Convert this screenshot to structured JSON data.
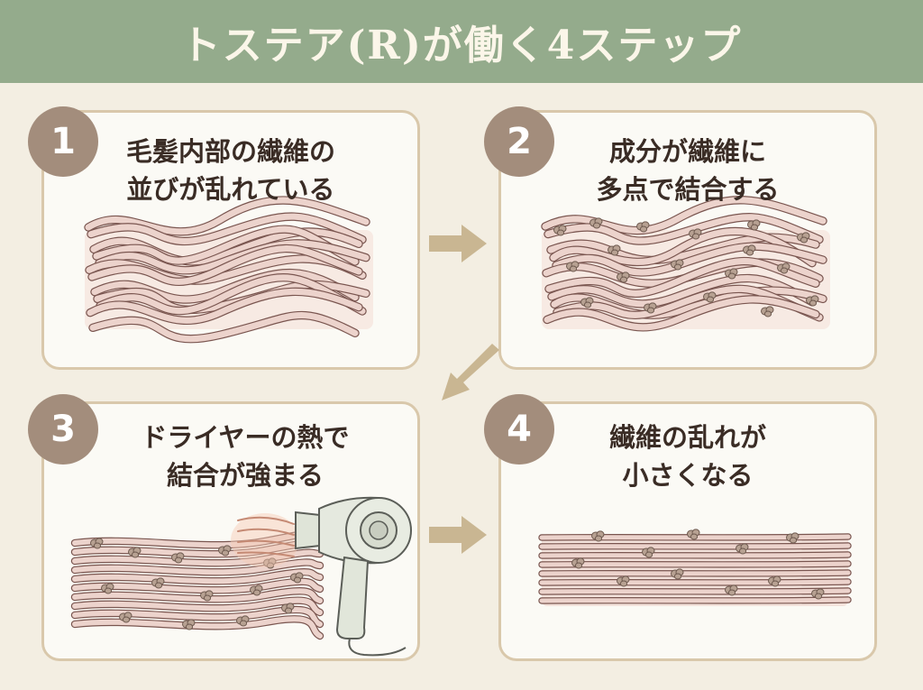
{
  "title": "トステア(R)が働く4ステップ",
  "colors": {
    "header_bg": "#94ab8c",
    "badge": "#a38d7c",
    "fiber": "#ecd3cc",
    "fiber_edge": "#7a5650",
    "particle": "#b7a192",
    "arrow": "#c9b692",
    "card_border": "#d9c8ab"
  },
  "steps": [
    {
      "number": "1",
      "lines": [
        "毛髪内部の繊維の",
        "並びが乱れている"
      ],
      "illustration": "tangled-fibers"
    },
    {
      "number": "2",
      "lines": [
        "成分が繊維に",
        "多点で結合する"
      ],
      "illustration": "fibers-with-particles"
    },
    {
      "number": "3",
      "lines": [
        "ドライヤーの熱で",
        "結合が強まる"
      ],
      "illustration": "hair-dryer-heat"
    },
    {
      "number": "4",
      "lines": [
        "繊維の乱れが",
        "小さくなる"
      ],
      "illustration": "aligned-fibers"
    }
  ]
}
